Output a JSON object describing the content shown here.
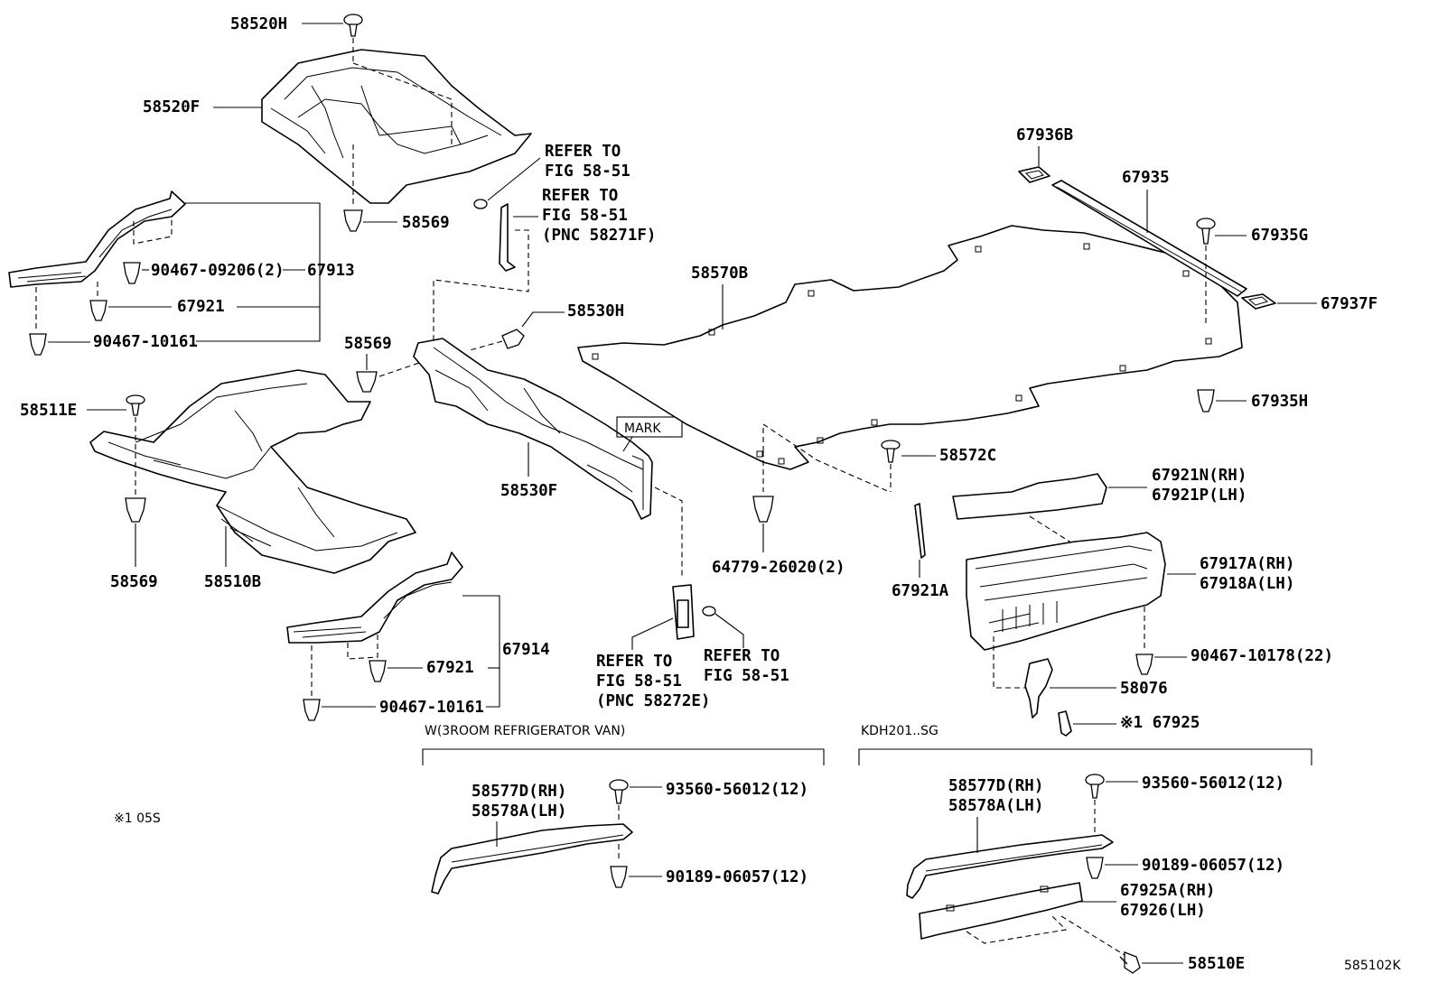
{
  "labels": {
    "p58520H": "58520H",
    "p58520F": "58520F",
    "p58569_top": "58569",
    "refer1_l1": "REFER TO",
    "refer1_l2": "FIG 58-51",
    "refer2_l1": "REFER TO",
    "refer2_l2": "FIG 58-51",
    "refer2_l3": "(PNC 58271F)",
    "p90467_09206": "90467-09206(2)",
    "p67913": "67913",
    "p67921_a": "67921",
    "p90467_10161_a": "90467-10161",
    "p58569_mid": "58569",
    "p58530H": "58530H",
    "p58511E": "58511E",
    "mark": "MARK",
    "p58530F": "58530F",
    "p58569_low": "58569",
    "p58510B": "58510B",
    "p67914": "67914",
    "p67921_b": "67921",
    "p90467_10161_b": "90467-10161",
    "refer3_l1": "REFER TO",
    "refer3_l2": "FIG 58-51",
    "refer3_l3": "(PNC 58272E)",
    "refer4_l1": "REFER TO",
    "refer4_l2": "FIG 58-51",
    "p64779": "64779-26020(2)",
    "p58570B": "58570B",
    "p67936B": "67936B",
    "p67935": "67935",
    "p67935G": "67935G",
    "p67937F": "67937F",
    "p67935H": "67935H",
    "p58572C": "58572C",
    "p67921N": "67921N(RH)",
    "p67921P": "67921P(LH)",
    "p67921A": "67921A",
    "p67917A": "67917A(RH)",
    "p67918A": "67918A(LH)",
    "p90467_10178": "90467-10178(22)",
    "p58076": "58076",
    "p67925": "※1 67925",
    "section_van": "W(3ROOM REFRIGERATOR VAN)",
    "section_kdh": "KDH201..SG",
    "van_58577D": "58577D(RH)",
    "van_58578A": "58578A(LH)",
    "van_93560": "93560-56012(12)",
    "van_90189": "90189-06057(12)",
    "kdh_58577D": "58577D(RH)",
    "kdh_58578A": "58578A(LH)",
    "kdh_93560": "93560-56012(12)",
    "kdh_90189": "90189-06057(12)",
    "p67925A": "67925A(RH)",
    "p67926": "67926(LH)",
    "p58510E": "58510E",
    "footnote": "※1  05S",
    "fig_code": "585102K"
  }
}
